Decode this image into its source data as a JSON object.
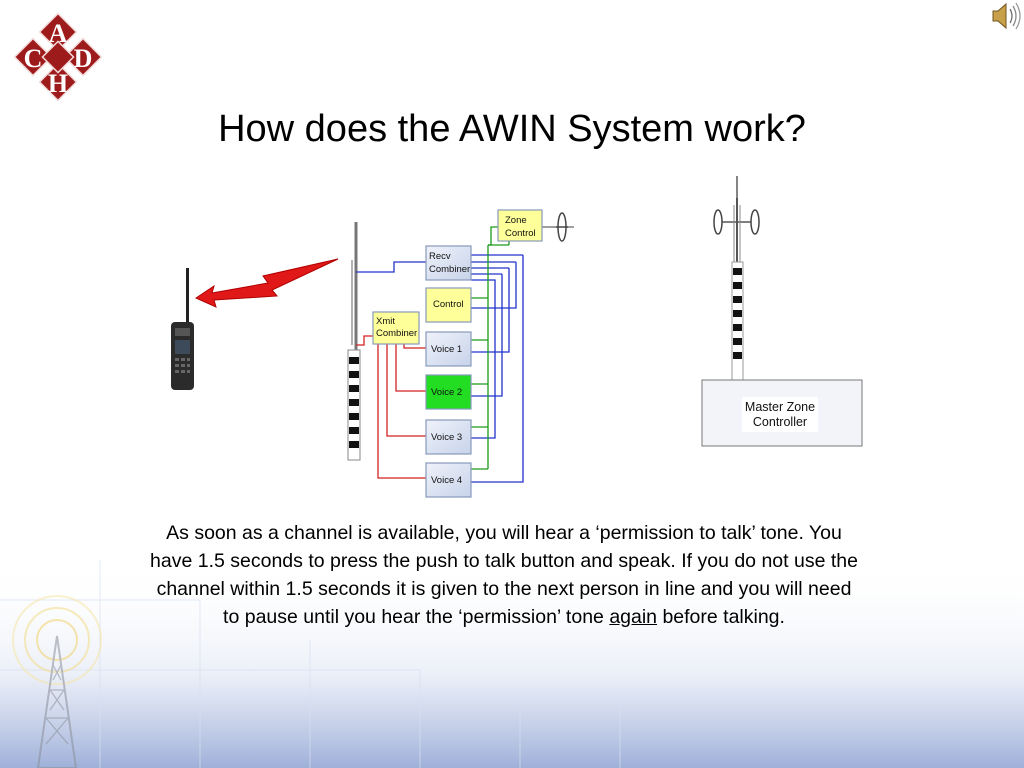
{
  "slide": {
    "title": "How does the AWIN System work?",
    "body": {
      "part1": "As soon as a channel is available, you will hear a ‘permission to talk’ tone.  You have 1.5 seconds to press the push to talk button and speak.  If you do not use the channel within 1.5 seconds it is given to the next person in line and you will need to pause until you hear the ‘permission’ tone ",
      "emphasis": "again",
      "part2": " before talking."
    }
  },
  "logo": {
    "letters": [
      "A",
      "C",
      "D",
      "H"
    ]
  },
  "diagram": {
    "boxes": {
      "zone_control": [
        "Zone",
        "Control"
      ],
      "recv_combiner": [
        "Recv",
        "Combiner"
      ],
      "control": "Control",
      "xmit_combiner": [
        "Xmit",
        "Combiner"
      ],
      "voice1": "Voice 1",
      "voice2": "Voice 2",
      "voice3": "Voice 3",
      "voice4": "Voice 4"
    },
    "master_zone_controller": [
      "Master Zone",
      "Controller"
    ],
    "colors": {
      "logo_red": "#9e1b1b",
      "arrow_red": "#e01818",
      "blue_line": "#2233cc",
      "green_line": "#1a9a1a",
      "red_line": "#d22222",
      "yellow_box": "#ffff99",
      "green_box": "#22dd22",
      "blue_box": "#dde6f5"
    }
  },
  "icons": {
    "speaker": "speaker-icon",
    "radio": "handheld-radio-icon",
    "tower": "radio-tower-icon"
  }
}
